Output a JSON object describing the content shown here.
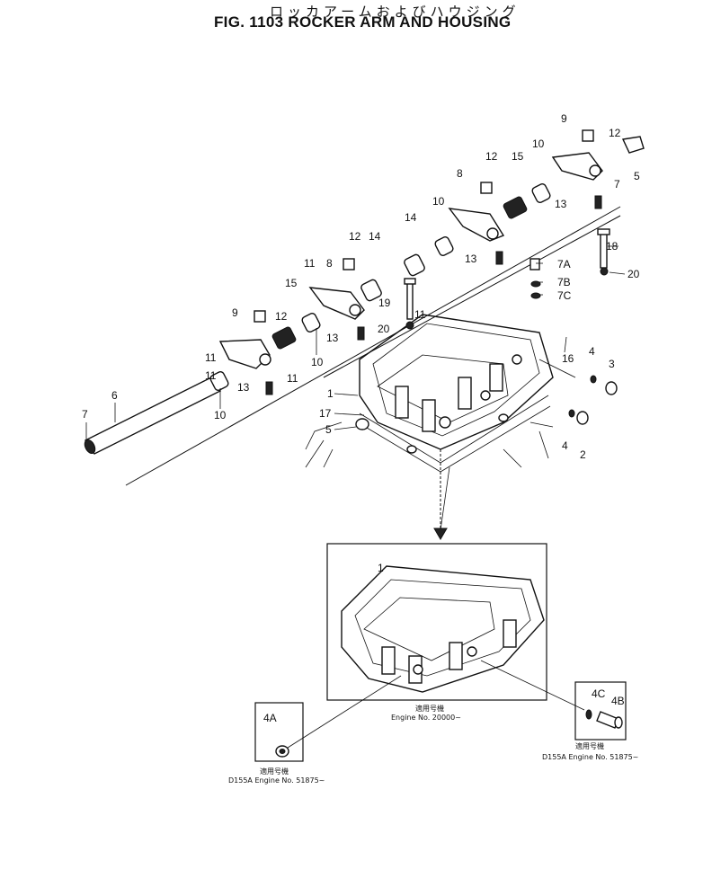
{
  "title_jp": "ロッカアームおよびハウジング",
  "title_en": "FIG. 1103  ROCKER ARM AND HOUSING",
  "labels": {
    "p1": "1",
    "p1b": "1",
    "p2": "2",
    "p3": "3",
    "p4": "4",
    "p4b": "4",
    "p4A": "4A",
    "p4B": "4B",
    "p4C": "4C",
    "p5": "5",
    "p5b": "5",
    "p6": "6",
    "p7": "7",
    "p7b": "7",
    "p7A": "7A",
    "p7B": "7B",
    "p7C": "7C",
    "p8": "8",
    "p8b": "8",
    "p9": "9",
    "p9b": "9",
    "p10": "10",
    "p10b": "10",
    "p10c": "10",
    "p10d": "10",
    "p11": "11",
    "p11b": "11",
    "p11c": "11",
    "p11d": "11",
    "p12": "12",
    "p12b": "12",
    "p12c": "12",
    "p12d": "12",
    "p13": "13",
    "p13b": "13",
    "p13c": "13",
    "p13d": "13",
    "p14": "14",
    "p14b": "14",
    "p15": "15",
    "p15b": "15",
    "p16": "16",
    "p17": "17",
    "p18": "18",
    "p19": "19",
    "p20": "20",
    "p20b": "20"
  },
  "notes": {
    "main_jp": "適用号機",
    "main_en": "Engine  No. 20000~",
    "left_jp": "適用号機",
    "left_en": "D155A  Engine  No. 51875~",
    "right_jp": "適用号機",
    "right_en": "D155A  Engine  No. 51875~"
  }
}
